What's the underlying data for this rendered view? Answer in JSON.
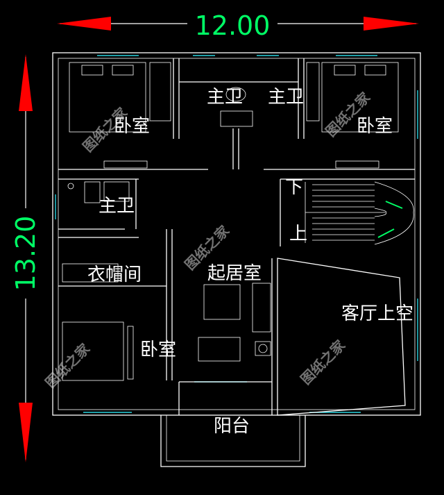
{
  "dimensions": {
    "width_label": "12.00",
    "height_label": "13.20"
  },
  "rooms": {
    "bedroom_top_left": "卧室",
    "master_bath_top": "主卫",
    "master_bath_top_b": "主卫",
    "bedroom_top_right": "卧室",
    "master_bath_left": "主卫",
    "stair_down": "下",
    "stair_up": "上",
    "cloakroom": "衣帽间",
    "living_room": "起居室",
    "bedroom_bottom_left": "卧室",
    "double_height_void": "客厅上空",
    "balcony": "阳台"
  },
  "watermark": "图纸之家",
  "colors": {
    "background": "#000000",
    "walls": "#ffffff",
    "windows": "#2ad4e0",
    "dimension_text": "#00ff66",
    "arrows": "#ff0000"
  }
}
